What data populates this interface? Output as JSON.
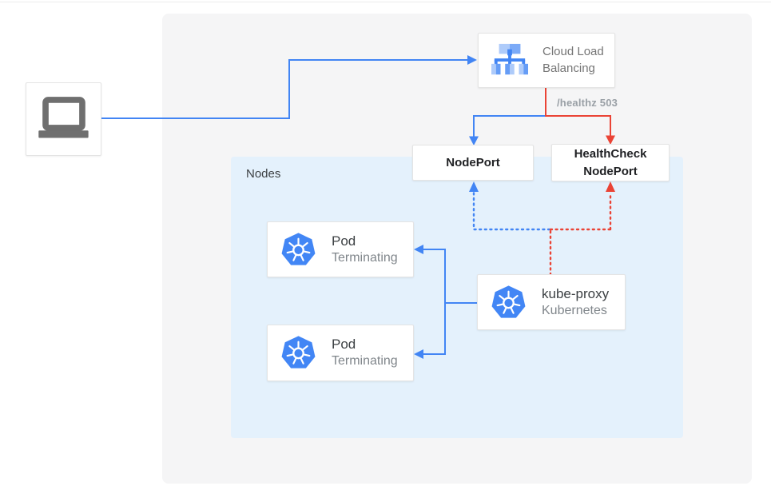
{
  "colors": {
    "blue": "#4285f4",
    "red": "#ea4335",
    "k8s": "#4286f5",
    "panel": "#f5f5f6",
    "nodes_bg": "#e4f1fc",
    "text_dark": "#3c4043",
    "text_gray": "#80868b",
    "lb_text": "#757575",
    "healthz_gray": "#9aa0a6",
    "icon_gray": "#6f6f6f",
    "box_border": "#e4e4e4"
  },
  "diagram": {
    "client": {
      "icon": "laptop-icon"
    },
    "load_balancer": {
      "label": "Cloud Load Balancing",
      "icon": "load-balancer-icon"
    },
    "healthz_label": "/healthz 503",
    "nodeport": {
      "label": "NodePort"
    },
    "healthcheck_nodeport": {
      "label": "HealthCheck NodePort"
    },
    "nodes_group": {
      "label": "Nodes"
    },
    "kube_proxy": {
      "title": "kube-proxy",
      "subtitle": "Kubernetes",
      "icon": "kubernetes-icon"
    },
    "pods": [
      {
        "title": "Pod",
        "subtitle": "Terminating",
        "icon": "kubernetes-icon"
      },
      {
        "title": "Pod",
        "subtitle": "Terminating",
        "icon": "kubernetes-icon"
      }
    ]
  }
}
